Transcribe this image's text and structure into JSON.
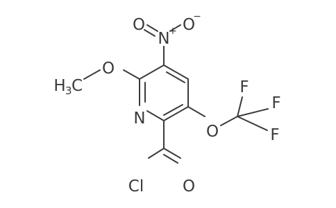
{
  "molecule": {
    "atoms": {
      "nitro_o_left": "O",
      "nitro_n": "N",
      "nitro_o_right": "O",
      "nitro_n_charge": "+",
      "nitro_o_charge": "−",
      "methoxy_o": "O",
      "methyl_h": "H",
      "methyl_sub": "3",
      "methyl_c": "C",
      "ring_n": "N",
      "ocf3_o": "O",
      "f_top": "F",
      "f_right": "F",
      "f_bottom": "F",
      "acyl_cl": "Cl",
      "acyl_o": "O"
    }
  }
}
